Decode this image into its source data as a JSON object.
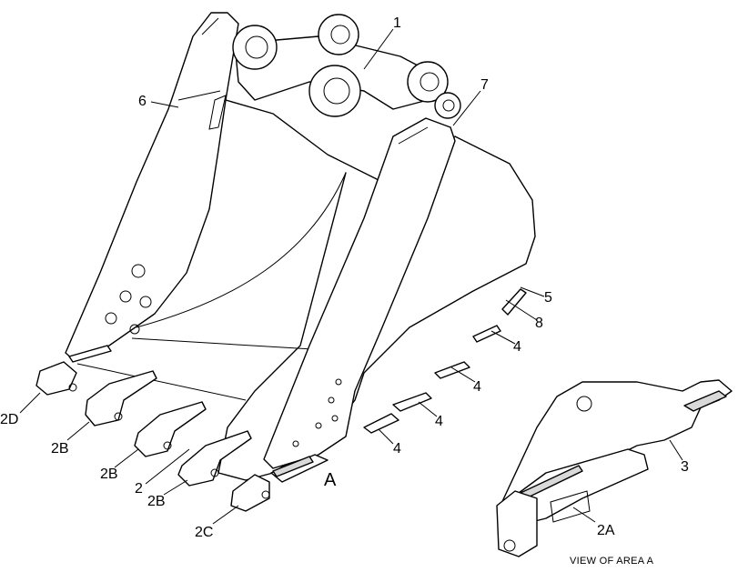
{
  "callouts": {
    "c1": "1",
    "c6": "6",
    "c7": "7",
    "c5": "5",
    "c8": "8",
    "c4a": "4",
    "c4b": "4",
    "c4c": "4",
    "c4d": "4",
    "c2d": "2D",
    "c2b1": "2B",
    "c2b2": "2B",
    "c2": "2",
    "c2b3": "2B",
    "c2c": "2C",
    "cA": "A",
    "c3": "3",
    "c2a": "2A"
  },
  "caption": "VIEW OF AREA A"
}
